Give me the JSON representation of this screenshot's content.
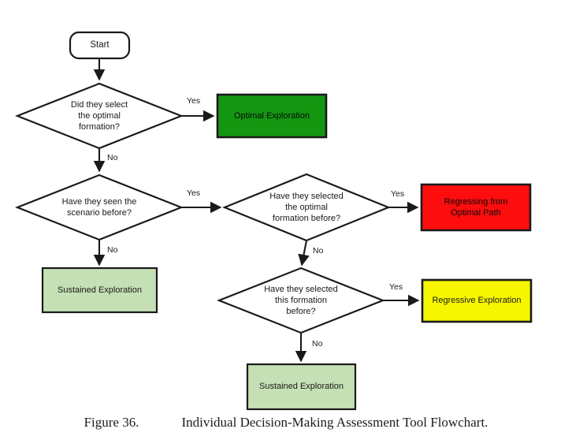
{
  "figure": {
    "number_label": "Figure 36.",
    "title": "Individual Decision-Making Assessment Tool Flowchart."
  },
  "colors": {
    "page_background": "#ffffff",
    "outline": "#1a1a1a",
    "optimal_exploration_fill": "#149611",
    "regressing_fill": "#fd0d0d",
    "regressive_exploration_fill": "#f6f600",
    "sustained_exploration_fill": "#c5e0b4",
    "terminator_fill": "#ffffff",
    "decision_fill": "#ffffff"
  },
  "nodes": {
    "start": {
      "id": "start",
      "shape": "terminator",
      "label": "Start"
    },
    "decision_optimal_formation": {
      "id": "decision-optimal-formation",
      "shape": "decision",
      "label": "Did they select\nthe optimal\nformation?"
    },
    "optimal_exploration": {
      "id": "optimal-exploration",
      "shape": "process",
      "label": "Optimal Exploration"
    },
    "decision_seen_scenario": {
      "id": "decision-seen-scenario",
      "shape": "decision",
      "label": "Have they seen the\nscenario before?"
    },
    "sustained_exploration_left": {
      "id": "sustained-exploration-left",
      "shape": "process",
      "label": "Sustained Exploration"
    },
    "decision_selected_optimal_before": {
      "id": "decision-selected-optimal-before",
      "shape": "decision",
      "label": "Have they selected\nthe optimal\nformation before?"
    },
    "regressing_from_optimal_path": {
      "id": "regressing-from-optimal-path",
      "shape": "process",
      "label": "Regressing from\nOptimal Path"
    },
    "decision_selected_this_formation": {
      "id": "decision-selected-this-formation",
      "shape": "decision",
      "label": "Have they selected\nthis formation\nbefore?"
    },
    "regressive_exploration": {
      "id": "regressive-exploration",
      "shape": "process",
      "label": "Regressive Exploration"
    },
    "sustained_exploration_bottom": {
      "id": "sustained-exploration-bottom",
      "shape": "process",
      "label": "Sustained Exploration"
    }
  },
  "edges": [
    {
      "id": "start-to-d1",
      "from": "start",
      "to": "decision_optimal_formation",
      "label": ""
    },
    {
      "id": "d1-yes",
      "from": "decision_optimal_formation",
      "to": "optimal_exploration",
      "label": "Yes"
    },
    {
      "id": "d1-no",
      "from": "decision_optimal_formation",
      "to": "decision_seen_scenario",
      "label": "No"
    },
    {
      "id": "d2-yes",
      "from": "decision_seen_scenario",
      "to": "decision_selected_optimal_before",
      "label": "Yes"
    },
    {
      "id": "d2-no",
      "from": "decision_seen_scenario",
      "to": "sustained_exploration_left",
      "label": "No"
    },
    {
      "id": "d3-yes",
      "from": "decision_selected_optimal_before",
      "to": "regressing_from_optimal_path",
      "label": "Yes"
    },
    {
      "id": "d3-no",
      "from": "decision_selected_optimal_before",
      "to": "decision_selected_this_formation",
      "label": "No"
    },
    {
      "id": "d4-yes",
      "from": "decision_selected_this_formation",
      "to": "regressive_exploration",
      "label": "Yes"
    },
    {
      "id": "d4-no",
      "from": "decision_selected_this_formation",
      "to": "sustained_exploration_bottom",
      "label": "No"
    }
  ]
}
